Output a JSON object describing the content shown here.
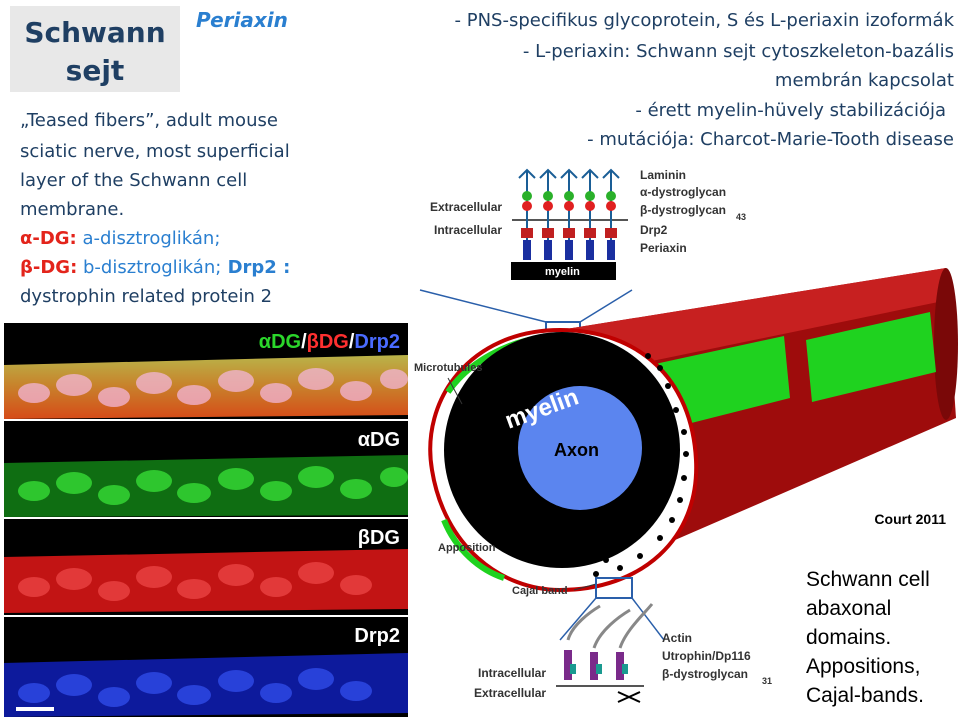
{
  "title": {
    "line1": "Schwann",
    "line2": "sejt"
  },
  "periaxin": {
    "label": "Periaxin",
    "lines": [
      "-   PNS-specifikus glycoprotein, S és L-periaxin izoformák",
      "-   L-periaxin: Schwann sejt cytoszkeleton-bazális",
      "membrán kapcsolat",
      "-   érett myelin-hüvely stabilizációja",
      "-   mutációja: Charcot-Marie-Tooth disease"
    ]
  },
  "left_text": {
    "lines": [
      "„Teased fibers”, adult mouse",
      "sciatic nerve, most superficial",
      "layer of the Schwann cell",
      "membrane."
    ],
    "adg_abbr": "α-DG:",
    "adg_def": " a-disztroglikán;",
    "bdg_abbr": "β-DG:",
    "bdg_def": " b-disztroglikán;",
    "drp2_abbr": " Drp2",
    "drp2_colon": " :",
    "drp2_def": "dystrophin related protein 2"
  },
  "micrographs": [
    {
      "label": "αDG/βDG/Drp2",
      "parts": [
        "αDG",
        "/",
        "βDG",
        "/",
        "Drp2"
      ]
    },
    {
      "label": "αDG"
    },
    {
      "label": "βDG"
    },
    {
      "label": "Drp2"
    }
  ],
  "diagram": {
    "top_labels": {
      "extracellular": "Extracellular",
      "intracellular": "Intracellular",
      "myelin": "myelin"
    },
    "top_legend": [
      "Laminin",
      "α-dystroglycan",
      "β-dystroglycan",
      "43",
      "Drp2",
      "Periaxin"
    ],
    "microtubules": "Microtubules",
    "myelin": "myelin",
    "axon": "Axon",
    "apposition": "Apposition",
    "cajal_band": "Cajal band",
    "bottom_labels": {
      "intracellular": "Intracellular",
      "extracellular": "Extracellular"
    },
    "bottom_legend": [
      "Actin",
      "Utrophin/Dp116",
      "β-dystroglycan",
      "31"
    ]
  },
  "citation": "Court 2011",
  "abaxonal": {
    "lines": [
      "Schwann cell",
      "abaxonal",
      "domains.",
      "Appositions,",
      "Cajal-bands."
    ]
  },
  "colors": {
    "navy": "#1f3f63",
    "blue": "#2a7fd0",
    "red": "#e3241b",
    "green": "#1fd21f",
    "fiber_red": "#b00f0f"
  }
}
